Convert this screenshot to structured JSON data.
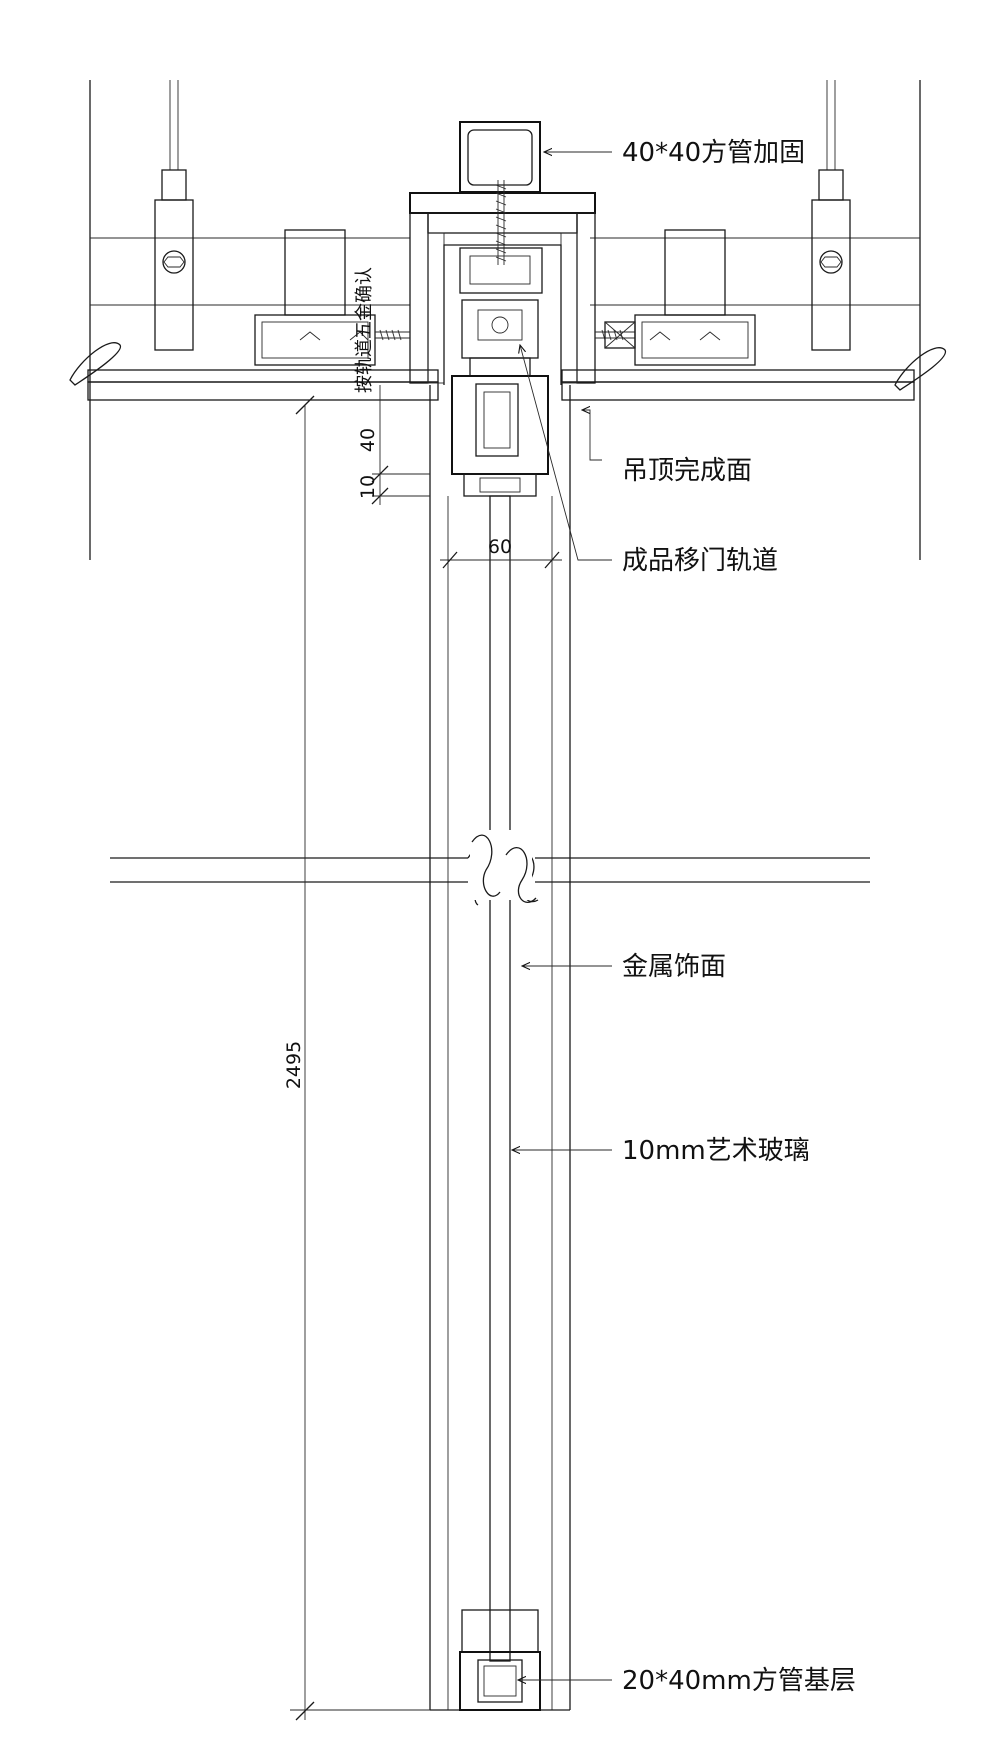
{
  "labels": {
    "reinforcement_tube": "40*40方管加固",
    "ceiling_finish": "吊顶完成面",
    "door_track": "成品移门轨道",
    "metal_finish": "金属饰面",
    "art_glass": "10mm艺术玻璃",
    "base_tube": "20*40mm方管基层",
    "hardware_note": "按轨道五金确认"
  },
  "dimensions": {
    "height_total": "2495",
    "track_height": "40",
    "gap": "10",
    "width": "60"
  },
  "colors": {
    "line": "#1a1a1a",
    "insulation_hatch": "#7a7a7a",
    "background": "#ffffff"
  }
}
